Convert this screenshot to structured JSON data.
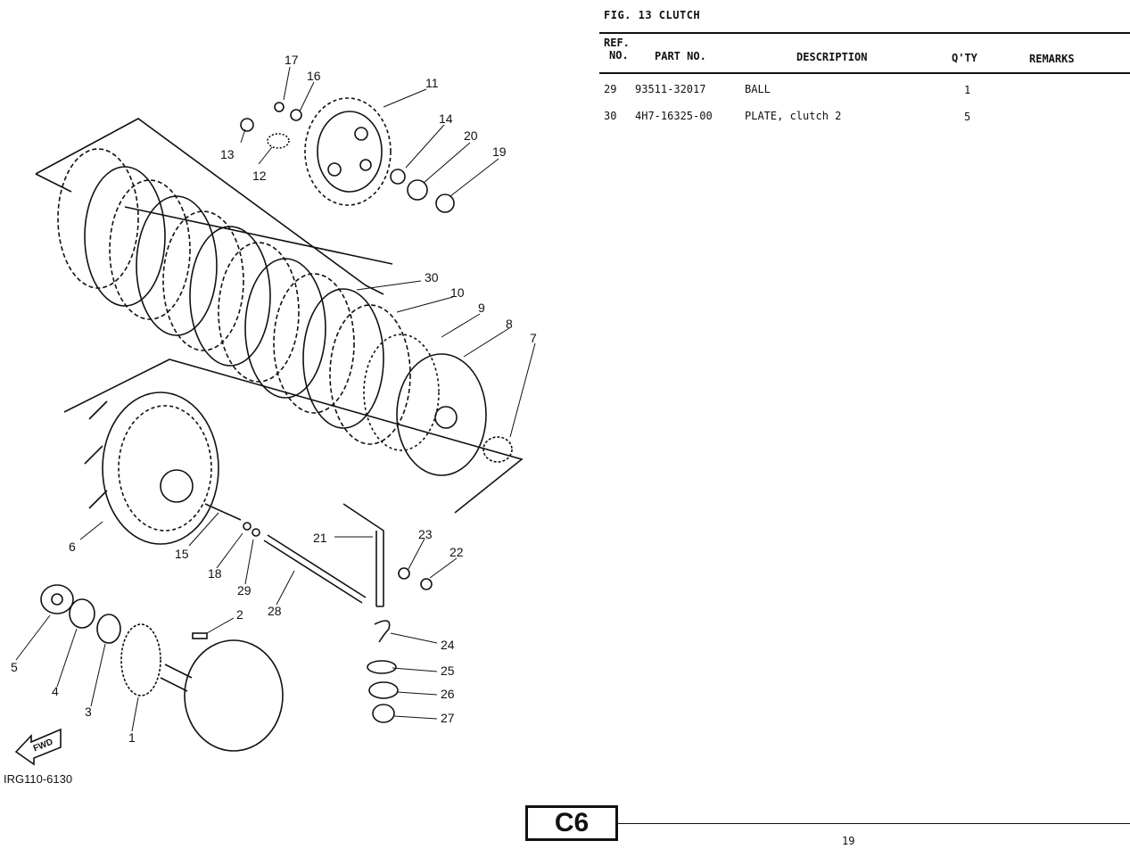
{
  "figure": {
    "title": "FIG. 13  CLUTCH",
    "drawing_code": "IRG110-6130",
    "fwd_label": "FWD",
    "callouts": [
      "1",
      "2",
      "3",
      "4",
      "5",
      "6",
      "7",
      "8",
      "9",
      "10",
      "11",
      "12",
      "13",
      "14",
      "15",
      "16",
      "17",
      "18",
      "19",
      "20",
      "21",
      "22",
      "23",
      "24",
      "25",
      "26",
      "27",
      "28",
      "29",
      "30"
    ]
  },
  "table": {
    "headers": {
      "ref_no_line1": "REF.",
      "ref_no_line2": "NO.",
      "part_no": "PART NO.",
      "description": "DESCRIPTION",
      "qty": "Q'TY",
      "remarks": "REMARKS"
    },
    "rows": [
      {
        "ref": "29",
        "part_no": "93511-32017",
        "description": "BALL",
        "qty": "1",
        "remarks": ""
      },
      {
        "ref": "30",
        "part_no": "4H7-16325-00",
        "description": "PLATE, clutch 2",
        "qty": "5",
        "remarks": ""
      }
    ]
  },
  "footer": {
    "section": "C6",
    "page": "19"
  }
}
